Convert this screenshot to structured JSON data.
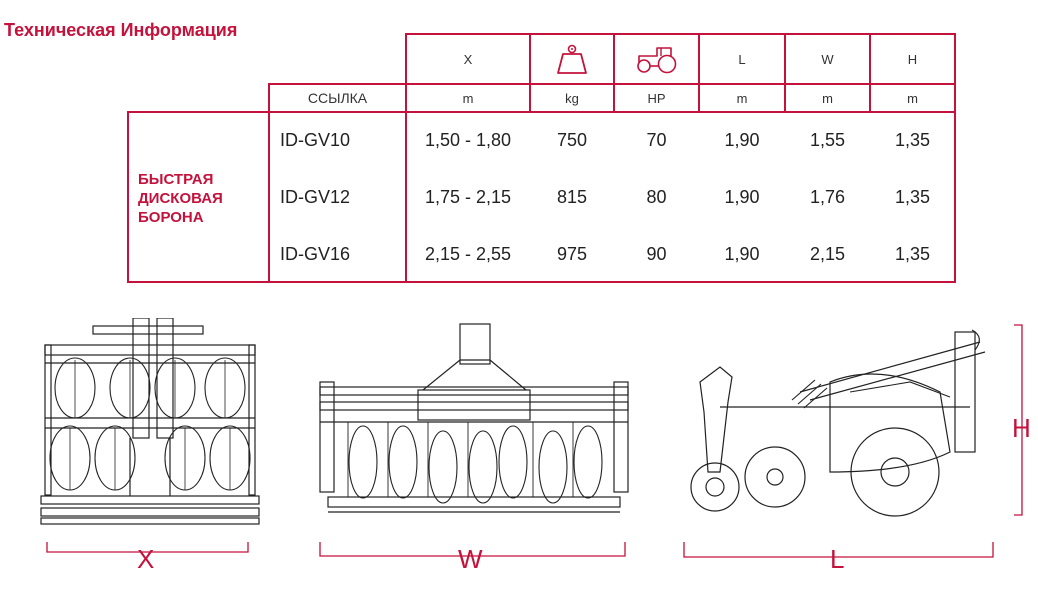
{
  "title": "Техническая Информация",
  "header": {
    "row1": [
      "X",
      "",
      "",
      "L",
      "W",
      "H"
    ],
    "ref_label": "ССЫЛКА",
    "units": [
      "m",
      "kg",
      "HP",
      "m",
      "m",
      "m"
    ],
    "icons": [
      "weight-icon",
      "tractor-icon"
    ]
  },
  "product": "БЫСТРАЯ ДИСКОВАЯ БОРОНА",
  "rows": [
    {
      "ref": "ID-GV10",
      "values": [
        "1,50 - 1,80",
        "750",
        "70",
        "1,90",
        "1,55",
        "1,35"
      ]
    },
    {
      "ref": "ID-GV12",
      "values": [
        "1,75 - 2,15",
        "815",
        "80",
        "1,90",
        "1,76",
        "1,35"
      ]
    },
    {
      "ref": "ID-GV16",
      "values": [
        "2,15 - 2,55",
        "975",
        "90",
        "1,90",
        "2,15",
        "1,35"
      ]
    }
  ],
  "dims": {
    "x": "X",
    "w": "W",
    "l": "L",
    "h": "H"
  },
  "accent": "#c4123c"
}
